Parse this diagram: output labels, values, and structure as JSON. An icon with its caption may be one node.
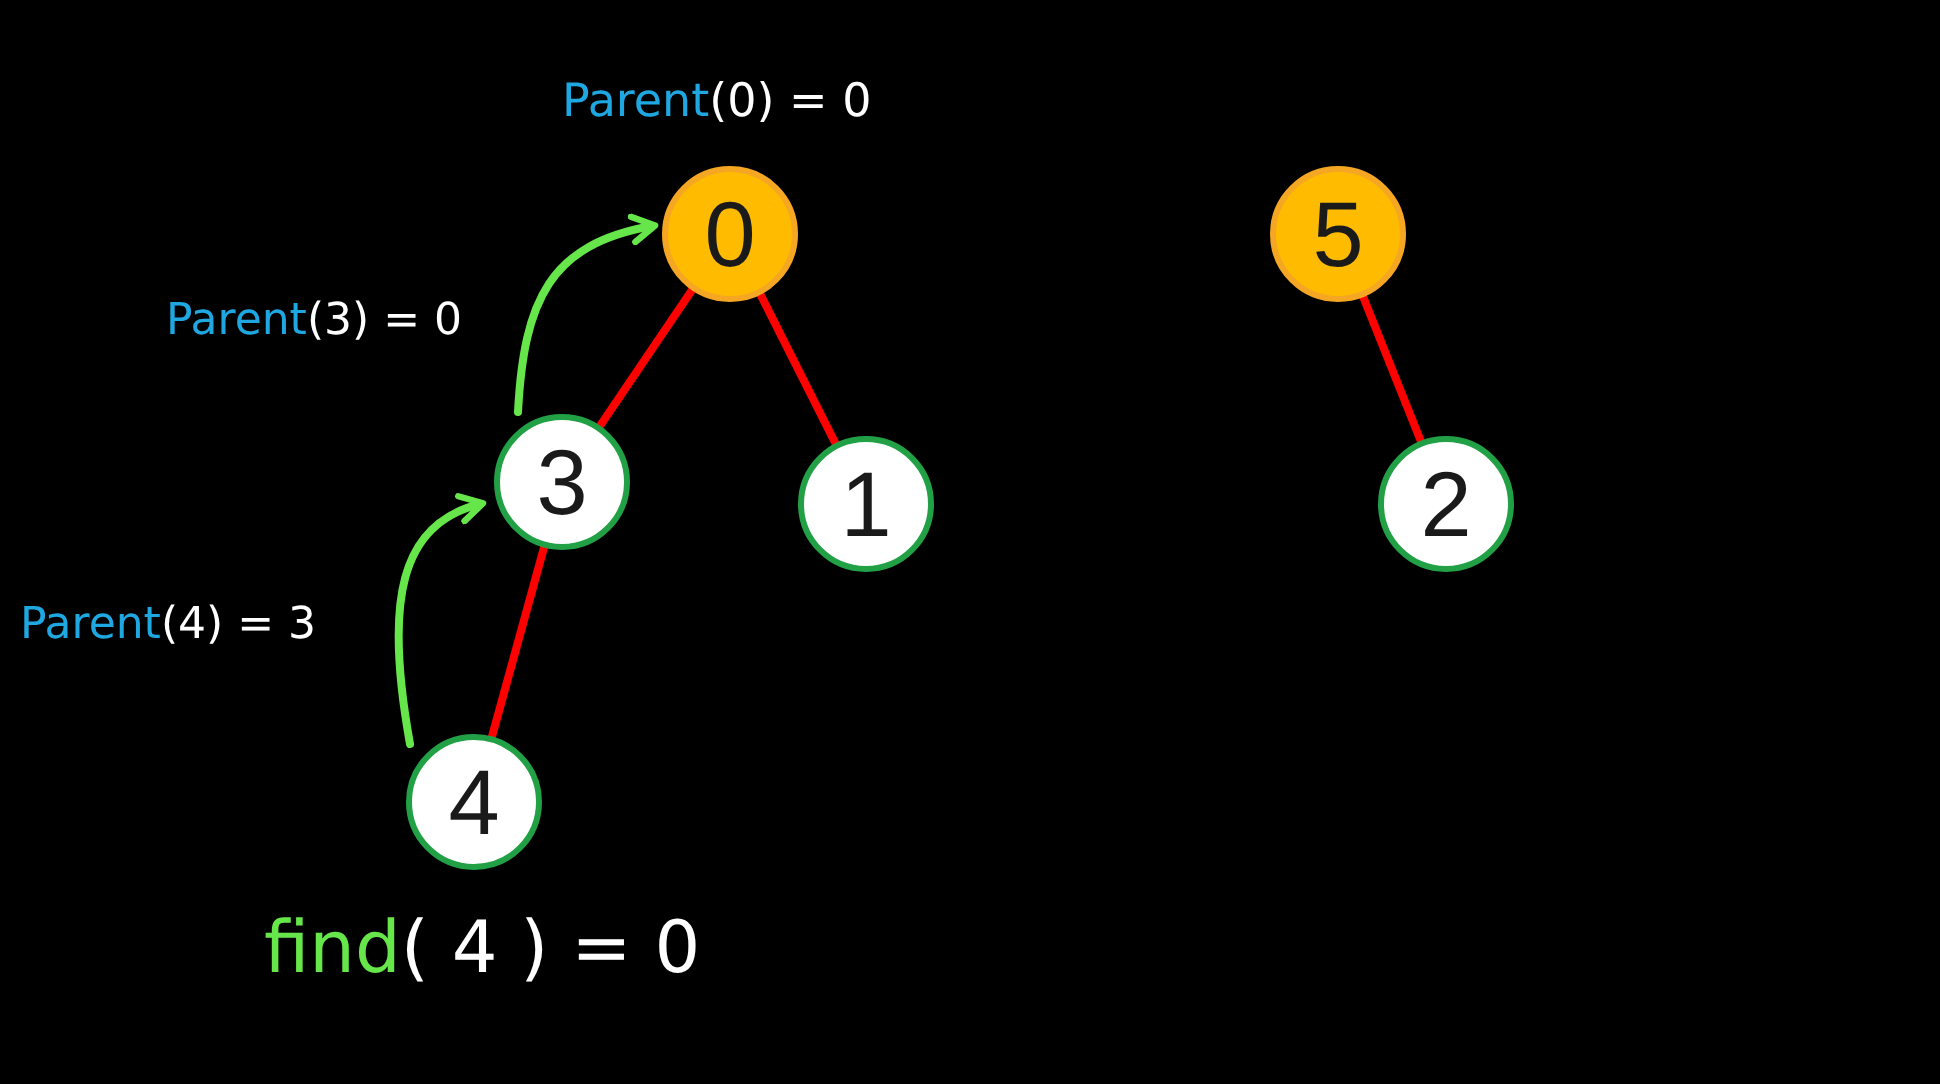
{
  "diagram": {
    "nodes": [
      {
        "text": [
          "0"
        ],
        "beside": [
          "Parent(0) = 0"
        ]
      },
      {
        "text": [
          "3"
        ]
      },
      {
        "text": [
          "1"
        ]
      },
      {
        "text": [
          "4"
        ]
      },
      {
        "text": [
          "5"
        ]
      },
      {
        "text": [
          "2"
        ]
      }
    ],
    "edges": [
      {
        "from": 0,
        "to": 1,
        "arrow": "none"
      },
      {
        "from": 0,
        "to": 2,
        "arrow": "none"
      },
      {
        "from": 1,
        "to": 3,
        "arrow": "none"
      },
      {
        "from": 4,
        "to": 5,
        "arrow": "none"
      },
      {
        "from": 3,
        "to": 1,
        "arrow": "to",
        "label": "Parent(4) = 3",
        "color": "#66e64a"
      },
      {
        "from": 1,
        "to": 0,
        "arrow": "to",
        "label": "Parent(3) = 0",
        "color": "#66e64a"
      }
    ],
    "labels": [
      "find( 4 ) = 0"
    ]
  }
}
